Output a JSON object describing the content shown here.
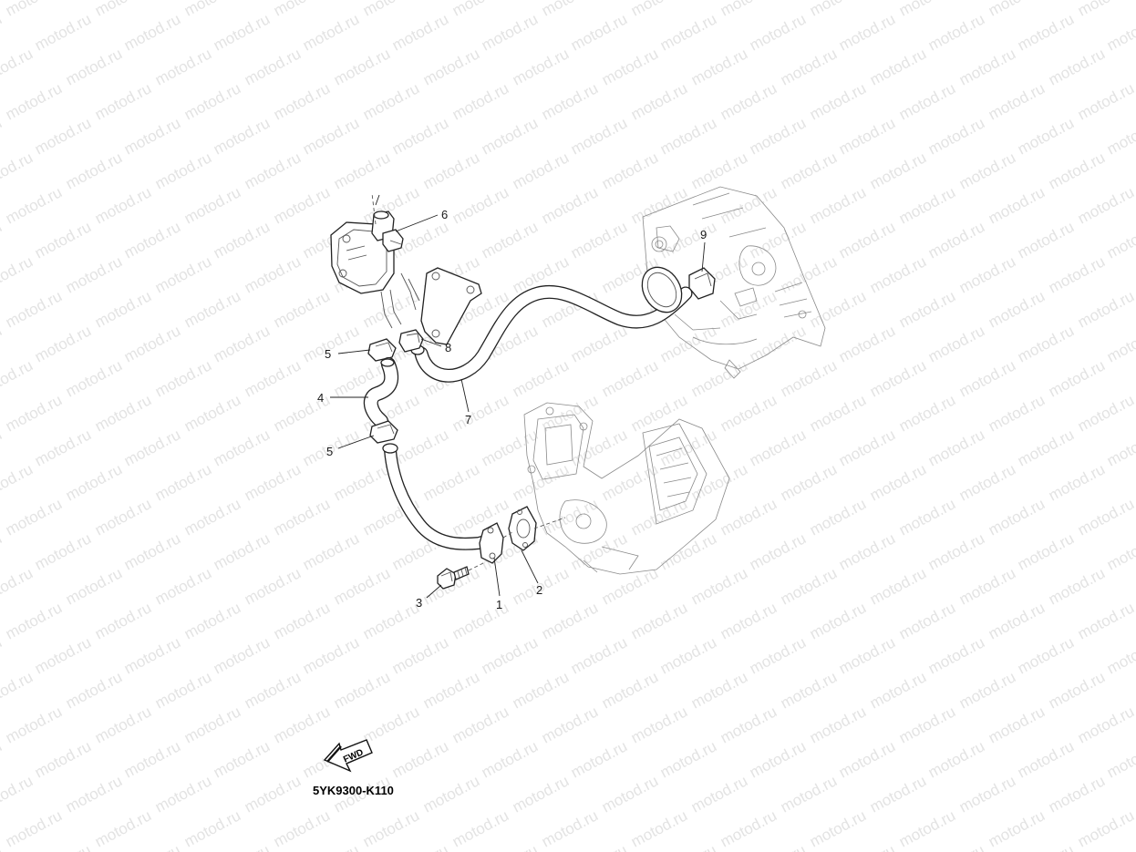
{
  "watermark": {
    "text": "motod.ru"
  },
  "diagram_code": "5YK9300-K110",
  "fwd_label": "FWD",
  "callouts": [
    {
      "id": "c6",
      "label": "6"
    },
    {
      "id": "c9",
      "label": "9"
    },
    {
      "id": "c5a",
      "label": "5"
    },
    {
      "id": "c8",
      "label": "8"
    },
    {
      "id": "c4",
      "label": "4"
    },
    {
      "id": "c7",
      "label": "7"
    },
    {
      "id": "c5b",
      "label": "5"
    },
    {
      "id": "c3",
      "label": "3"
    },
    {
      "id": "c1",
      "label": "1"
    },
    {
      "id": "c2",
      "label": "2"
    }
  ],
  "colors": {
    "watermark": "#e3e3e3",
    "lines": "#222222",
    "background": "#ffffff"
  }
}
